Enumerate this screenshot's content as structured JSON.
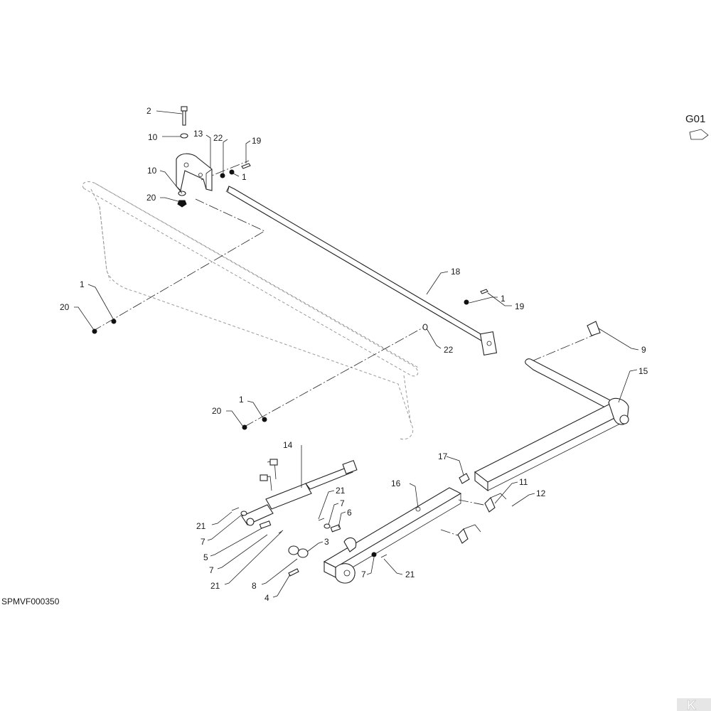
{
  "drawing": {
    "code": "SPMVF000350",
    "page_ref": "G01",
    "brand_mark": "K"
  },
  "labels": {
    "l2": "2",
    "l10a": "10",
    "l13": "13",
    "l22a": "22",
    "l19a": "19",
    "l1a": "1",
    "l10b": "10",
    "l20a": "20",
    "l1b": "1",
    "l20b": "20",
    "l18": "18",
    "l19b": "19",
    "l1c": "1",
    "l22b": "22",
    "l9": "9",
    "l15": "15",
    "l1d": "1",
    "l20c": "20",
    "l14": "14",
    "l21a": "21",
    "l7a": "7",
    "l6": "6",
    "l17": "17",
    "l16": "16",
    "l11": "11",
    "l12": "12",
    "l21b": "21",
    "l7b": "7",
    "l5": "5",
    "l3": "3",
    "l7c": "7",
    "l21c": "21",
    "l8": "8",
    "l7d": "7",
    "l21d": "21",
    "l4": "4"
  }
}
